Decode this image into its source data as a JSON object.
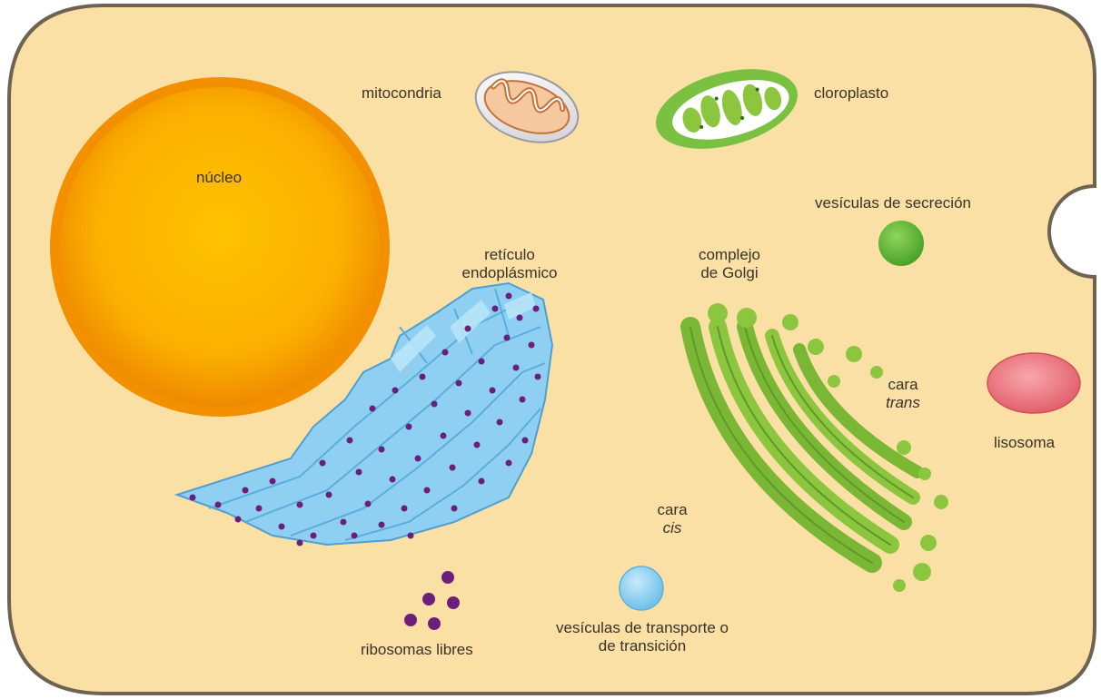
{
  "labels": {
    "nucleo": "núcleo",
    "mitocondria": "mitocondria",
    "cloroplasto": "cloroplasto",
    "vesiculas_secrecion": "vesículas de secreción",
    "reticulo_1": "retículo",
    "reticulo_2": "endoplásmico",
    "golgi_1": "complejo",
    "golgi_2": "de Golgi",
    "cara_trans_1": "cara",
    "cara_trans_2": "trans",
    "cara_cis_1": "cara",
    "cara_cis_2": "cis",
    "lisosoma": "lisosoma",
    "ribosomas": "ribosomas libres",
    "vesiculas_transporte_1": "vesículas de transporte o",
    "vesiculas_transporte_2": "de transición"
  },
  "colors": {
    "cytoplasm": "#fbe0a6",
    "membrane": "#6e6353",
    "nucleus_outer": "#f08c00",
    "nucleus_inner": "#fbb400",
    "er": "#8fd0f2",
    "ribosome": "#6b1f7b",
    "golgi": "#8cc63f",
    "lysosome": "#e8727c",
    "secretion_vesicle": "#5fb53a",
    "transport_vesicle": "#8fcff0"
  }
}
